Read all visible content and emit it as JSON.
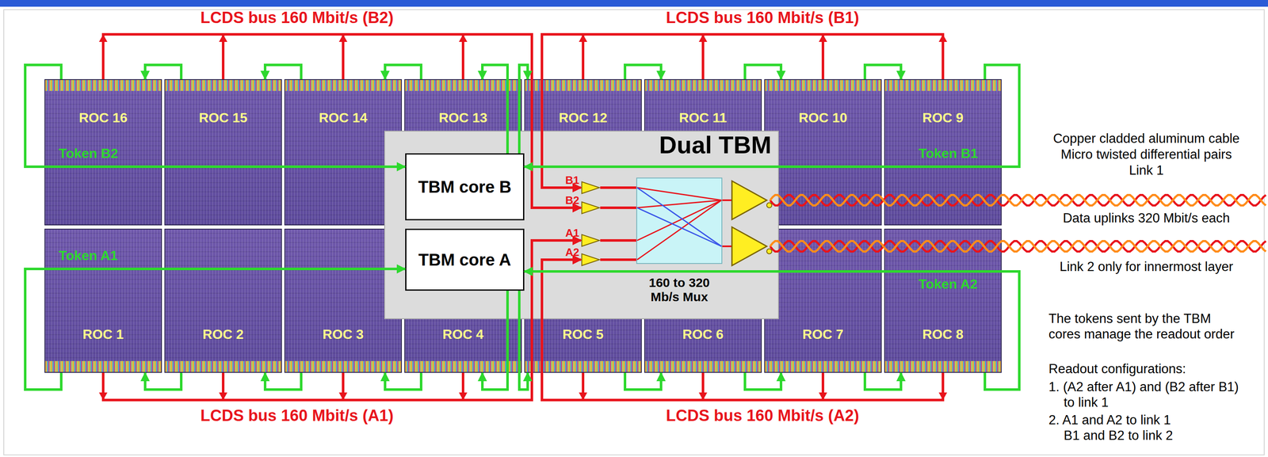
{
  "diagram": {
    "nodes": [
      {
        "text": [
          "ROC 16"
        ]
      },
      {
        "text": [
          "ROC 15"
        ]
      },
      {
        "text": [
          "ROC 14"
        ]
      },
      {
        "text": [
          "ROC 13"
        ]
      },
      {
        "text": [
          "ROC 12"
        ]
      },
      {
        "text": [
          "ROC 11"
        ]
      },
      {
        "text": [
          "ROC 10"
        ]
      },
      {
        "text": [
          "ROC 9"
        ]
      },
      {
        "text": [
          "ROC 1"
        ]
      },
      {
        "text": [
          "ROC 2"
        ]
      },
      {
        "text": [
          "ROC 3"
        ]
      },
      {
        "text": [
          "ROC 4"
        ]
      },
      {
        "text": [
          "ROC 5"
        ]
      },
      {
        "text": [
          "ROC 6"
        ]
      },
      {
        "text": [
          "ROC 7"
        ]
      },
      {
        "text": [
          "ROC 8"
        ]
      },
      {
        "text": [
          "Dual TBM"
        ]
      },
      {
        "text": [
          "TBM core B"
        ],
        "in": 16
      },
      {
        "text": [
          "TBM core A"
        ],
        "in": 16
      },
      {
        "text": [
          "B1"
        ],
        "in": 16
      },
      {
        "text": [
          "B2"
        ],
        "in": 16
      },
      {
        "text": [
          "A1"
        ],
        "in": 16
      },
      {
        "text": [
          "A2"
        ],
        "in": 16
      },
      {
        "text": [
          "160 to 320 Mb/s Mux"
        ],
        "in": 16
      }
    ],
    "edges": [
      {
        "from": 0,
        "to": 20,
        "arrow": "to"
      },
      {
        "from": 1,
        "to": 20,
        "arrow": "to"
      },
      {
        "from": 2,
        "to": 20,
        "arrow": "to"
      },
      {
        "from": 3,
        "to": 20,
        "arrow": "to"
      },
      {
        "from": 4,
        "to": 19,
        "arrow": "to"
      },
      {
        "from": 5,
        "to": 19,
        "arrow": "to"
      },
      {
        "from": 6,
        "to": 19,
        "arrow": "to"
      },
      {
        "from": 7,
        "to": 19,
        "arrow": "to"
      },
      {
        "from": 8,
        "to": 21,
        "arrow": "to"
      },
      {
        "from": 9,
        "to": 21,
        "arrow": "to"
      },
      {
        "from": 10,
        "to": 21,
        "arrow": "to"
      },
      {
        "from": 11,
        "to": 21,
        "arrow": "to"
      },
      {
        "from": 12,
        "to": 22,
        "arrow": "to"
      },
      {
        "from": 13,
        "to": 22,
        "arrow": "to"
      },
      {
        "from": 14,
        "to": 22,
        "arrow": "to"
      },
      {
        "from": 15,
        "to": 22,
        "arrow": "to"
      },
      {
        "from": 19,
        "to": 23,
        "arrow": "none"
      },
      {
        "from": 20,
        "to": 23,
        "arrow": "none"
      },
      {
        "from": 21,
        "to": 23,
        "arrow": "none"
      },
      {
        "from": 22,
        "to": 23,
        "arrow": "none"
      },
      {
        "from": 17,
        "to": 3,
        "arrow": "to"
      },
      {
        "from": 3,
        "to": 2,
        "arrow": "to"
      },
      {
        "from": 2,
        "to": 1,
        "arrow": "to"
      },
      {
        "from": 1,
        "to": 0,
        "arrow": "to"
      },
      {
        "from": 0,
        "to": 17,
        "arrow": "to",
        "label": "Token B2"
      },
      {
        "from": 17,
        "to": 4,
        "arrow": "to"
      },
      {
        "from": 4,
        "to": 5,
        "arrow": "to"
      },
      {
        "from": 5,
        "to": 6,
        "arrow": "to"
      },
      {
        "from": 6,
        "to": 7,
        "arrow": "to"
      },
      {
        "from": 7,
        "to": 17,
        "arrow": "to",
        "label": "Token B1"
      },
      {
        "from": 18,
        "to": 11,
        "arrow": "to"
      },
      {
        "from": 11,
        "to": 10,
        "arrow": "to"
      },
      {
        "from": 10,
        "to": 9,
        "arrow": "to"
      },
      {
        "from": 9,
        "to": 8,
        "arrow": "to"
      },
      {
        "from": 8,
        "to": 18,
        "arrow": "to",
        "label": "Token A1"
      },
      {
        "from": 18,
        "to": 12,
        "arrow": "to"
      },
      {
        "from": 12,
        "to": 13,
        "arrow": "to"
      },
      {
        "from": 13,
        "to": 14,
        "arrow": "to"
      },
      {
        "from": 14,
        "to": 15,
        "arrow": "to"
      },
      {
        "from": 15,
        "to": 18,
        "arrow": "to",
        "label": "Token A2"
      }
    ],
    "labels": [
      "LCDS bus 160 Mbit/s (B2)",
      "LCDS bus 160 Mbit/s (B1)",
      "Copper cladded aluminum cable",
      "Micro twisted differential pairs",
      "Link 1",
      "Data uplinks 320 Mbit/s each",
      "Link 2 only for innermost layer",
      "The tokens sent by the TBM cores manage the readout order",
      "Readout configurations:",
      "1. (A2 after A1) and (B2 after B1) to link 1",
      "2. A1 and A2 to link 1 B1 and B2 to link 2",
      "LCDS bus 160 Mbit/s (A1)",
      "LCDS bus 160 Mbit/s (A2)"
    ]
  }
}
